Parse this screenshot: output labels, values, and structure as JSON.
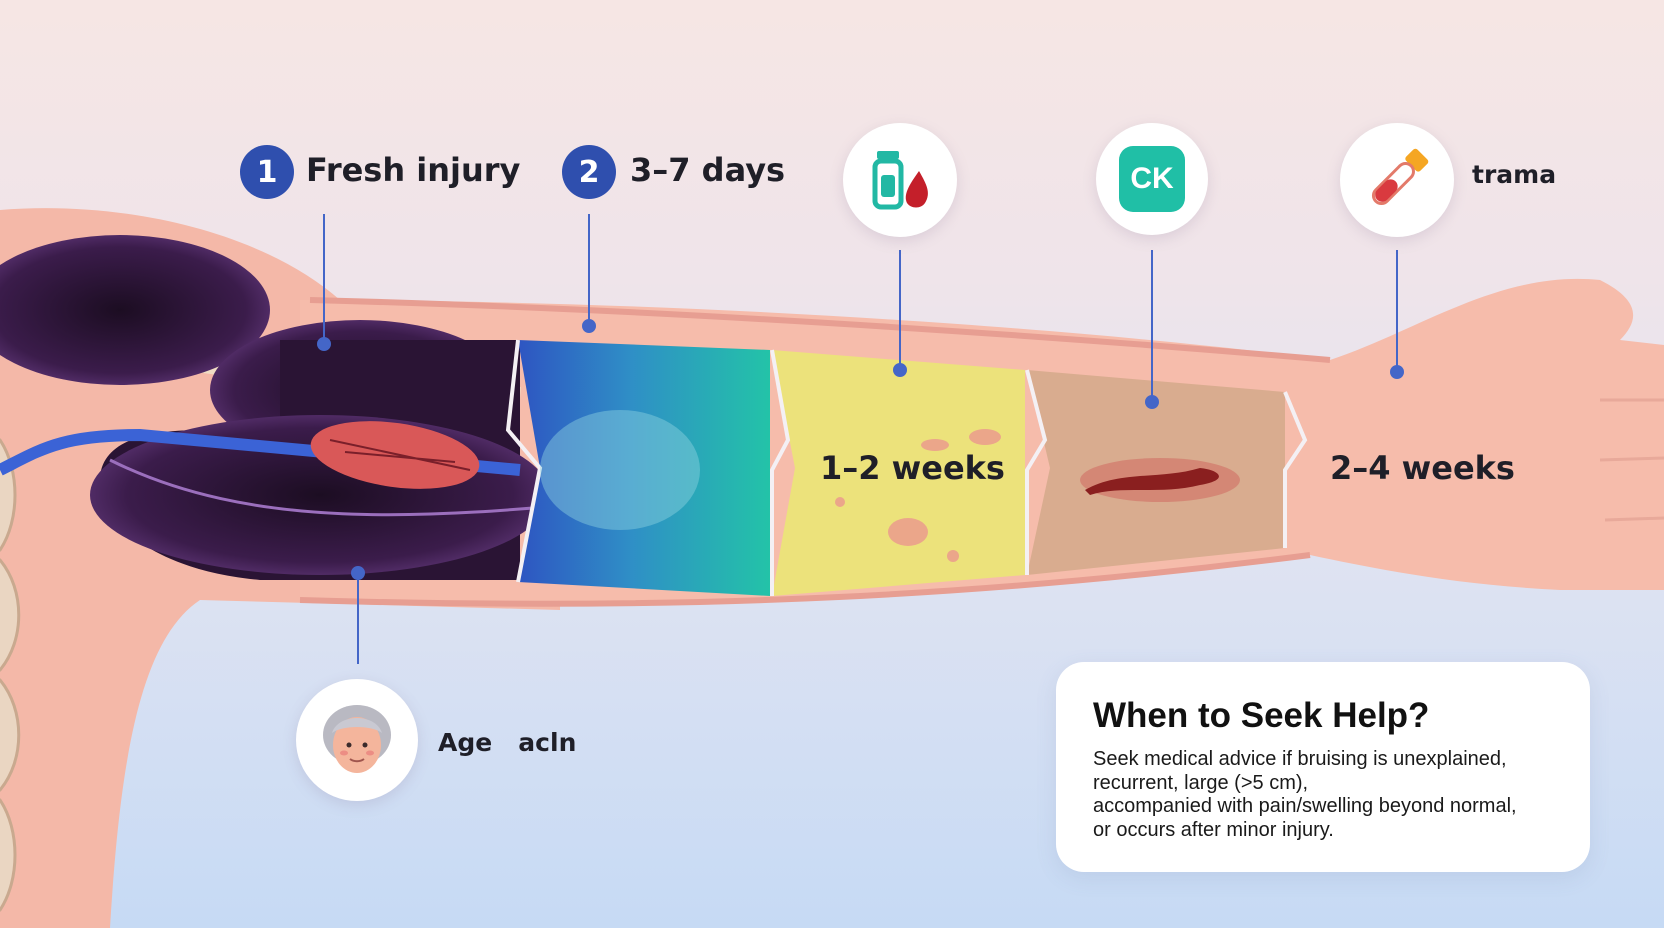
{
  "stages": [
    {
      "number": "1",
      "label": "Fresh injury"
    },
    {
      "number": "2",
      "label": "3–7 days"
    },
    {
      "label": "1–2 weeks"
    },
    {
      "label": "2–4 weeks"
    }
  ],
  "markers": {
    "ck_label": "CK",
    "trauma_label": "trama",
    "age_label": "Age   acln"
  },
  "help": {
    "title": "When to Seek Help?",
    "lines": [
      "Seek medical advice if bruising is unexplained,",
      "recurrent, large (>5 cm),",
      "accompanied with pain/swelling beyond normal,",
      "or occurs after minor injury."
    ]
  },
  "icons": [
    "blood-vial-icon",
    "ck-test-icon",
    "blood-tube-icon",
    "elderly-person-icon"
  ],
  "colors": {
    "badge": "#2f4fae",
    "stage_fresh": "#3a1d4a",
    "stage_blue_green": "#2fbfae",
    "stage_yellow": "#ece27a",
    "stage_brown": "#d8a98a",
    "skin": "#f6b9a8",
    "ck_badge": "#20bfa6",
    "pointer_line": "#4466c8"
  }
}
